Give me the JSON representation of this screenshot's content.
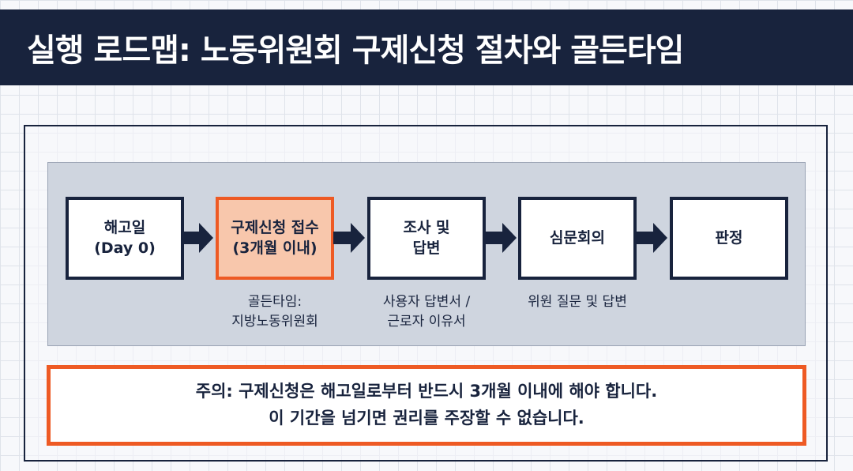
{
  "title": "실행 로드맵: 노동위원회 구제신청 절차와 골든타임",
  "steps": [
    {
      "label": "해고일\n(Day 0)",
      "highlight": false
    },
    {
      "label": "구제신청 접수\n(3개월 이내)",
      "highlight": true
    },
    {
      "label": "조사 및\n답변",
      "highlight": false
    },
    {
      "label": "심문회의",
      "highlight": false
    },
    {
      "label": "판정",
      "highlight": false
    }
  ],
  "notes": [
    "골든타임:\n지방노동위원회",
    "사용자 답변서 /\n근로자 이유서",
    "위원 질문 및 답변"
  ],
  "warning": {
    "line1": "주의: 구제신청은 해고일로부터 반드시 3개월 이내에 해야 합니다.",
    "line2": "이 기간을 넘기면 권리를 주장할 수 없습니다."
  },
  "colors": {
    "navy": "#18233d",
    "accent": "#ee5a24",
    "highlight_fill": "#f8c7ac",
    "panel": "#cfd5df"
  }
}
